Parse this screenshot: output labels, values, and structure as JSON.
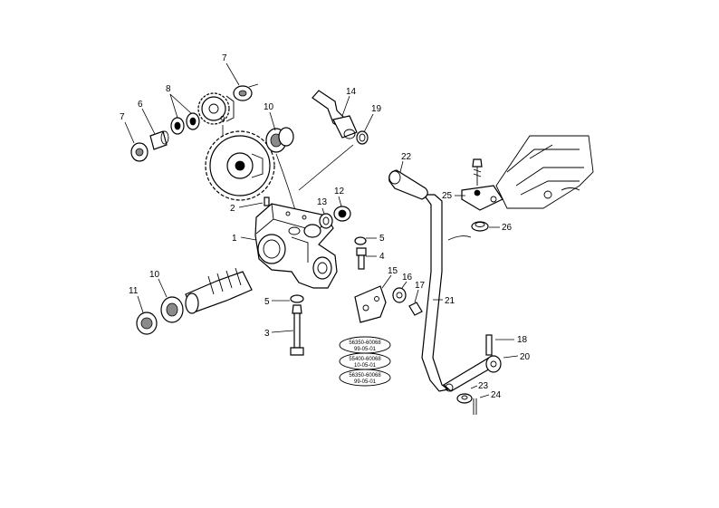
{
  "callouts": [
    {
      "id": "c7a",
      "text": "7"
    },
    {
      "id": "c8",
      "text": "8"
    },
    {
      "id": "c10a",
      "text": "10"
    },
    {
      "id": "c9",
      "text": "9"
    },
    {
      "id": "c14",
      "text": "14"
    },
    {
      "id": "c19",
      "text": "19"
    },
    {
      "id": "c7b",
      "text": "7"
    },
    {
      "id": "c6",
      "text": "6"
    },
    {
      "id": "c22",
      "text": "22"
    },
    {
      "id": "c25",
      "text": "25"
    },
    {
      "id": "c26",
      "text": "26"
    },
    {
      "id": "c2",
      "text": "2"
    },
    {
      "id": "c13",
      "text": "13"
    },
    {
      "id": "c12",
      "text": "12"
    },
    {
      "id": "c1",
      "text": "1"
    },
    {
      "id": "c5a",
      "text": "5"
    },
    {
      "id": "c4",
      "text": "4"
    },
    {
      "id": "c15",
      "text": "15"
    },
    {
      "id": "c16",
      "text": "16"
    },
    {
      "id": "c17",
      "text": "17"
    },
    {
      "id": "c21",
      "text": "21"
    },
    {
      "id": "c11",
      "text": "11"
    },
    {
      "id": "c10b",
      "text": "10"
    },
    {
      "id": "c5b",
      "text": "5"
    },
    {
      "id": "c3",
      "text": "3"
    },
    {
      "id": "c18",
      "text": "18"
    },
    {
      "id": "c20",
      "text": "20"
    },
    {
      "id": "c23",
      "text": "23"
    },
    {
      "id": "c24",
      "text": "24"
    }
  ],
  "serial_notes": [
    {
      "line1": "56350-60068",
      "line2": "99-05-01"
    },
    {
      "line1": "55400-60068",
      "line2": "10-05-01"
    },
    {
      "line1": "56350-60068",
      "line2": "99-05-01"
    }
  ]
}
